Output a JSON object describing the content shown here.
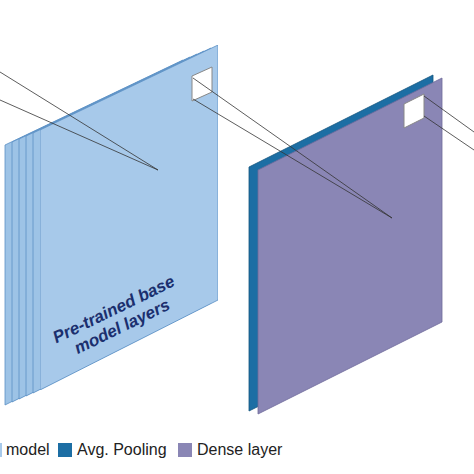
{
  "diagram": {
    "nodes": [
      {
        "text": [
          "Pre-trained base model layers"
        ]
      }
    ],
    "legend": [
      {
        "text": "model",
        "color": "#a7c9ea"
      },
      {
        "text": "Avg. Pooling",
        "color": "#1c6ea4"
      },
      {
        "text": "Dense layer",
        "color": "#8a86b5"
      }
    ]
  }
}
